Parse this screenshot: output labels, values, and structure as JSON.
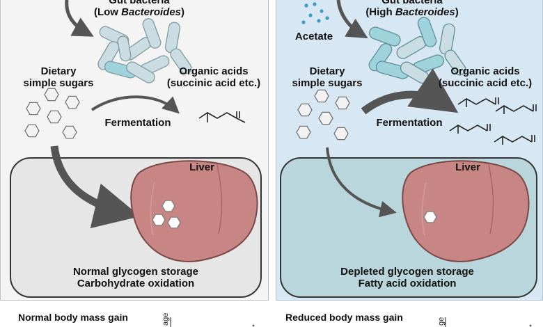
{
  "left": {
    "bacteria_title": "Gut bacteria",
    "bacteria_sub_prefix": "(Low ",
    "bacteria_sub_italic": "Bacteroides",
    "bacteria_sub_suffix": ")",
    "sugars_label_1": "Dietary",
    "sugars_label_2": "simple sugars",
    "acids_label_1": "Organic acids",
    "acids_label_2": "(succinic acid etc.)",
    "fermentation": "Fermentation",
    "liver": "Liver",
    "outcome_1": "Normal glycogen storage",
    "outcome_2": "Carbohydrate oxidation",
    "bottom_label": "Normal body mass gain",
    "axis_fragment": "age"
  },
  "right": {
    "bacteria_title": "Gut bacteria",
    "bacteria_sub_prefix": "(High ",
    "bacteria_sub_italic": "Bacteroides",
    "bacteria_sub_suffix": ")",
    "acetate": "Acetate",
    "sugars_label_1": "Dietary",
    "sugars_label_2": "simple sugars",
    "acids_label_1": "Organic acids",
    "acids_label_2": "(succinic acid etc.)",
    "fermentation": "Fermentation",
    "liver": "Liver",
    "outcome_1": "Depleted glycogen storage",
    "outcome_2": "Fatty acid oxidation",
    "bottom_label": "Reduced body mass gain",
    "axis_fragment": "ge"
  },
  "colors": {
    "left_panel": "#f4f4f4",
    "right_panel": "#d8e7f4",
    "left_liver_box": "#e6e6e6",
    "right_liver_box": "#b9d6dc",
    "liver": "#c78584",
    "bacteria_grey": "#c9dde2",
    "bacteria_teal": "#9ed3dc",
    "arrow": "#555555",
    "acetate_dots": "#3a9bc4"
  }
}
